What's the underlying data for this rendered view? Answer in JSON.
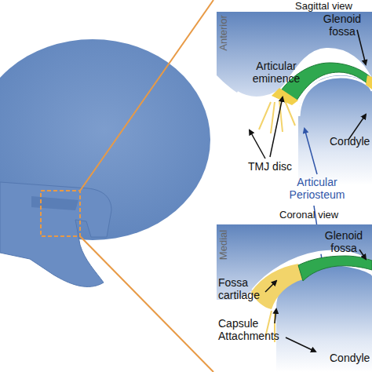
{
  "diagram": {
    "labels": [
      "Sagittal view",
      "Anterior",
      "Glenoid fossa",
      "Articular eminence",
      "Condyle",
      "TMJ disc",
      "Articular Periosteum",
      "Coronal view",
      "Medial",
      "Glenoid fossa",
      "Fossa cartilage",
      "Capsule Attachments",
      "Condyle"
    ]
  }
}
